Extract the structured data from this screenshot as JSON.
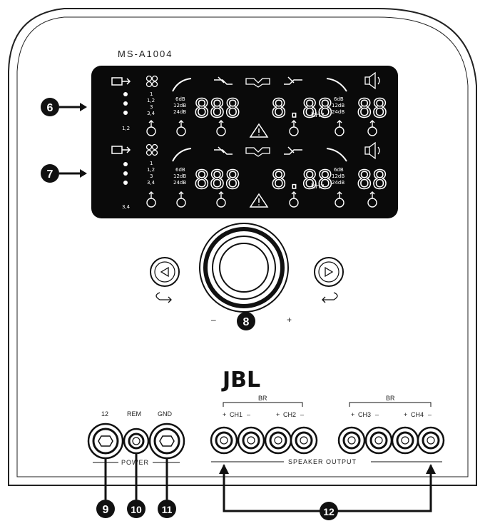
{
  "model": "MS-A1004",
  "brand": "JBL",
  "lcd_rows": [
    {
      "channel": "1,2",
      "slopes_left": [
        "6dB",
        "12dB",
        "24dB"
      ],
      "mode_numbers": [
        "1",
        "1,2",
        "3",
        "3,4"
      ],
      "freq_unit": "kHz",
      "slopes_right": [
        "6dB",
        "12dB",
        "24dB"
      ]
    },
    {
      "channel": "3,4",
      "slopes_left": [
        "6dB",
        "12dB",
        "24dB"
      ],
      "mode_numbers": [
        "1",
        "1,2",
        "3",
        "3,4"
      ],
      "freq_unit": "kHz",
      "slopes_right": [
        "6dB",
        "12dB",
        "24dB"
      ]
    }
  ],
  "seg_displays": {
    "left": "888",
    "center": "8.88",
    "right": "88"
  },
  "knob": {
    "minus": "–",
    "plus": "+"
  },
  "power": {
    "label": "POWER",
    "terminals": [
      "12",
      "REM",
      "GND"
    ]
  },
  "speaker_output": {
    "label": "SPEAKER OUTPUT",
    "bridge_label": "BR",
    "channels": [
      "CH1",
      "CH2",
      "CH3",
      "CH4"
    ],
    "plus": "+",
    "minus": "–"
  },
  "callouts": [
    "6",
    "7",
    "8",
    "9",
    "10",
    "11",
    "12"
  ],
  "colors": {
    "lcd_bg": "#0a0a0a",
    "outline": "#111111",
    "callout_bg": "#111111"
  }
}
